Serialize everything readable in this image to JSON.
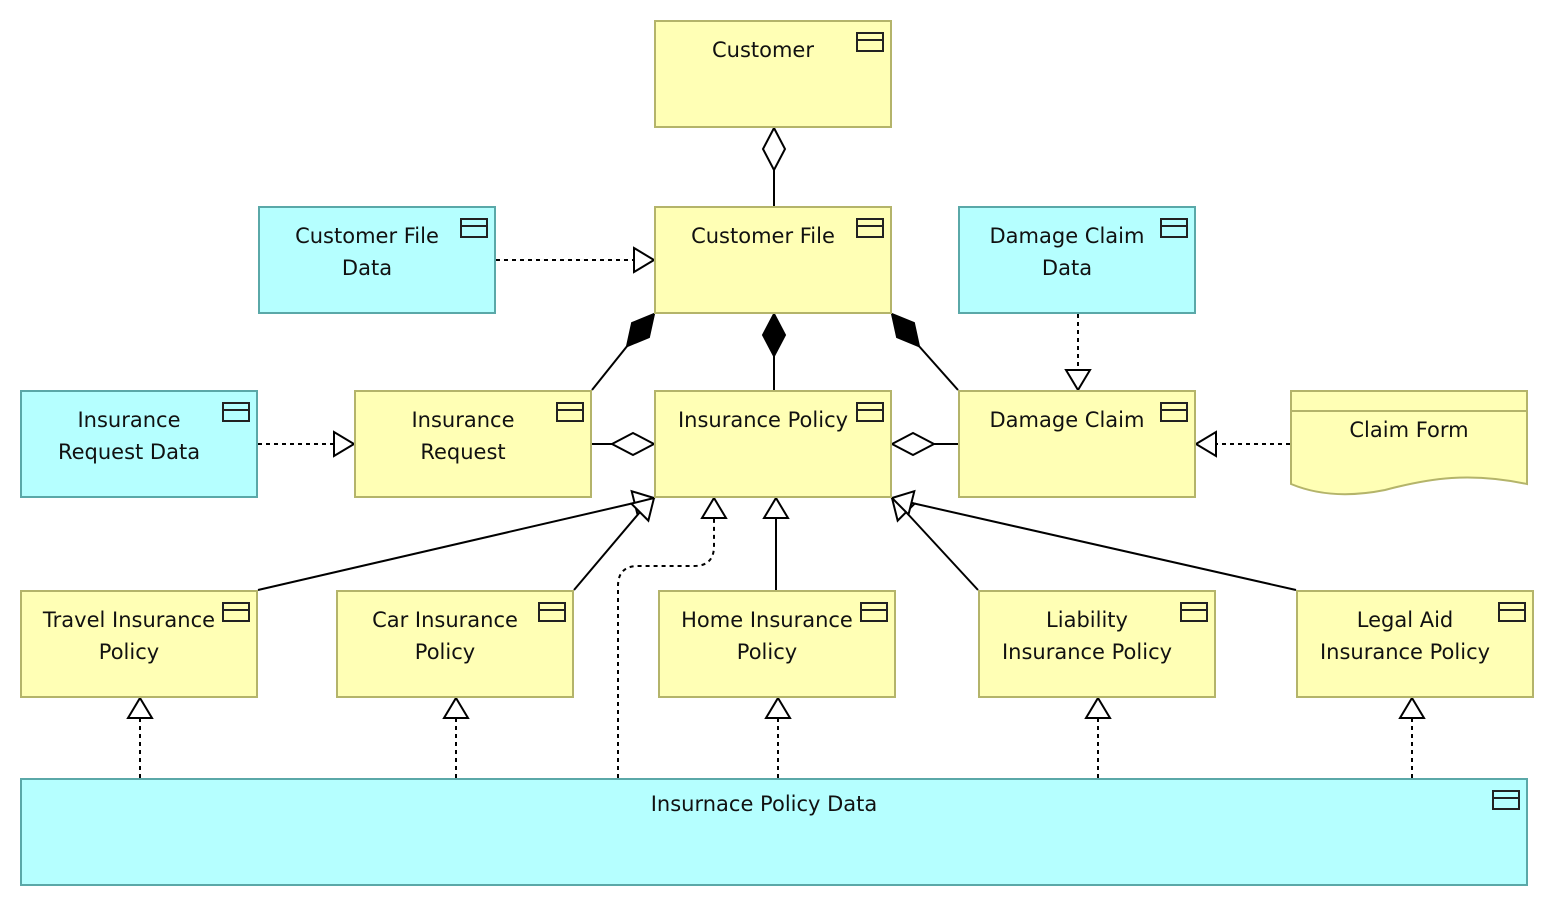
{
  "diagram": {
    "nodes": {
      "customer": {
        "label": "Customer",
        "kind": "business-object"
      },
      "customer_file": {
        "label": "Customer File",
        "kind": "business-object"
      },
      "customer_file_data": {
        "label": "Customer File Data",
        "kind": "data-object"
      },
      "damage_claim_data": {
        "label": "Damage Claim Data",
        "kind": "data-object"
      },
      "insurance_request_data": {
        "label": "Insurance Request Data",
        "kind": "data-object"
      },
      "insurance_request": {
        "label": "Insurance Request",
        "kind": "business-object"
      },
      "insurance_policy": {
        "label": "Insurance Policy",
        "kind": "business-object"
      },
      "damage_claim": {
        "label": "Damage Claim",
        "kind": "business-object"
      },
      "claim_form": {
        "label": "Claim Form",
        "kind": "representation"
      },
      "travel_policy": {
        "label": "Travel Insurance Policy",
        "kind": "business-object"
      },
      "car_policy": {
        "label": "Car Insurance Policy",
        "kind": "business-object"
      },
      "home_policy": {
        "label": "Home Insurance Policy",
        "kind": "business-object"
      },
      "liability_policy": {
        "label": "Liability Insurance Policy",
        "kind": "business-object"
      },
      "legal_aid_policy": {
        "label": "Legal Aid Insurance Policy",
        "kind": "business-object"
      },
      "policy_data": {
        "label": "Insurnace Policy Data",
        "kind": "data-object"
      }
    },
    "edges": [
      {
        "from": "customer_file",
        "to": "customer",
        "type": "aggregation"
      },
      {
        "from": "customer_file_data",
        "to": "customer_file",
        "type": "realization"
      },
      {
        "from": "insurance_request",
        "to": "customer_file",
        "type": "composition"
      },
      {
        "from": "insurance_policy",
        "to": "customer_file",
        "type": "composition"
      },
      {
        "from": "damage_claim",
        "to": "customer_file",
        "type": "composition"
      },
      {
        "from": "damage_claim_data",
        "to": "damage_claim",
        "type": "realization"
      },
      {
        "from": "insurance_request_data",
        "to": "insurance_request",
        "type": "realization"
      },
      {
        "from": "insurance_request",
        "to": "insurance_policy",
        "type": "aggregation"
      },
      {
        "from": "damage_claim",
        "to": "insurance_policy",
        "type": "aggregation"
      },
      {
        "from": "claim_form",
        "to": "damage_claim",
        "type": "realization"
      },
      {
        "from": "travel_policy",
        "to": "insurance_policy",
        "type": "specialization"
      },
      {
        "from": "car_policy",
        "to": "insurance_policy",
        "type": "specialization"
      },
      {
        "from": "home_policy",
        "to": "insurance_policy",
        "type": "specialization"
      },
      {
        "from": "liability_policy",
        "to": "insurance_policy",
        "type": "specialization"
      },
      {
        "from": "legal_aid_policy",
        "to": "insurance_policy",
        "type": "specialization"
      },
      {
        "from": "policy_data",
        "to": "travel_policy",
        "type": "realization"
      },
      {
        "from": "policy_data",
        "to": "car_policy",
        "type": "realization"
      },
      {
        "from": "policy_data",
        "to": "home_policy",
        "type": "realization"
      },
      {
        "from": "policy_data",
        "to": "liability_policy",
        "type": "realization"
      },
      {
        "from": "policy_data",
        "to": "legal_aid_policy",
        "type": "realization"
      },
      {
        "from": "policy_data",
        "to": "insurance_policy",
        "type": "realization"
      }
    ]
  }
}
